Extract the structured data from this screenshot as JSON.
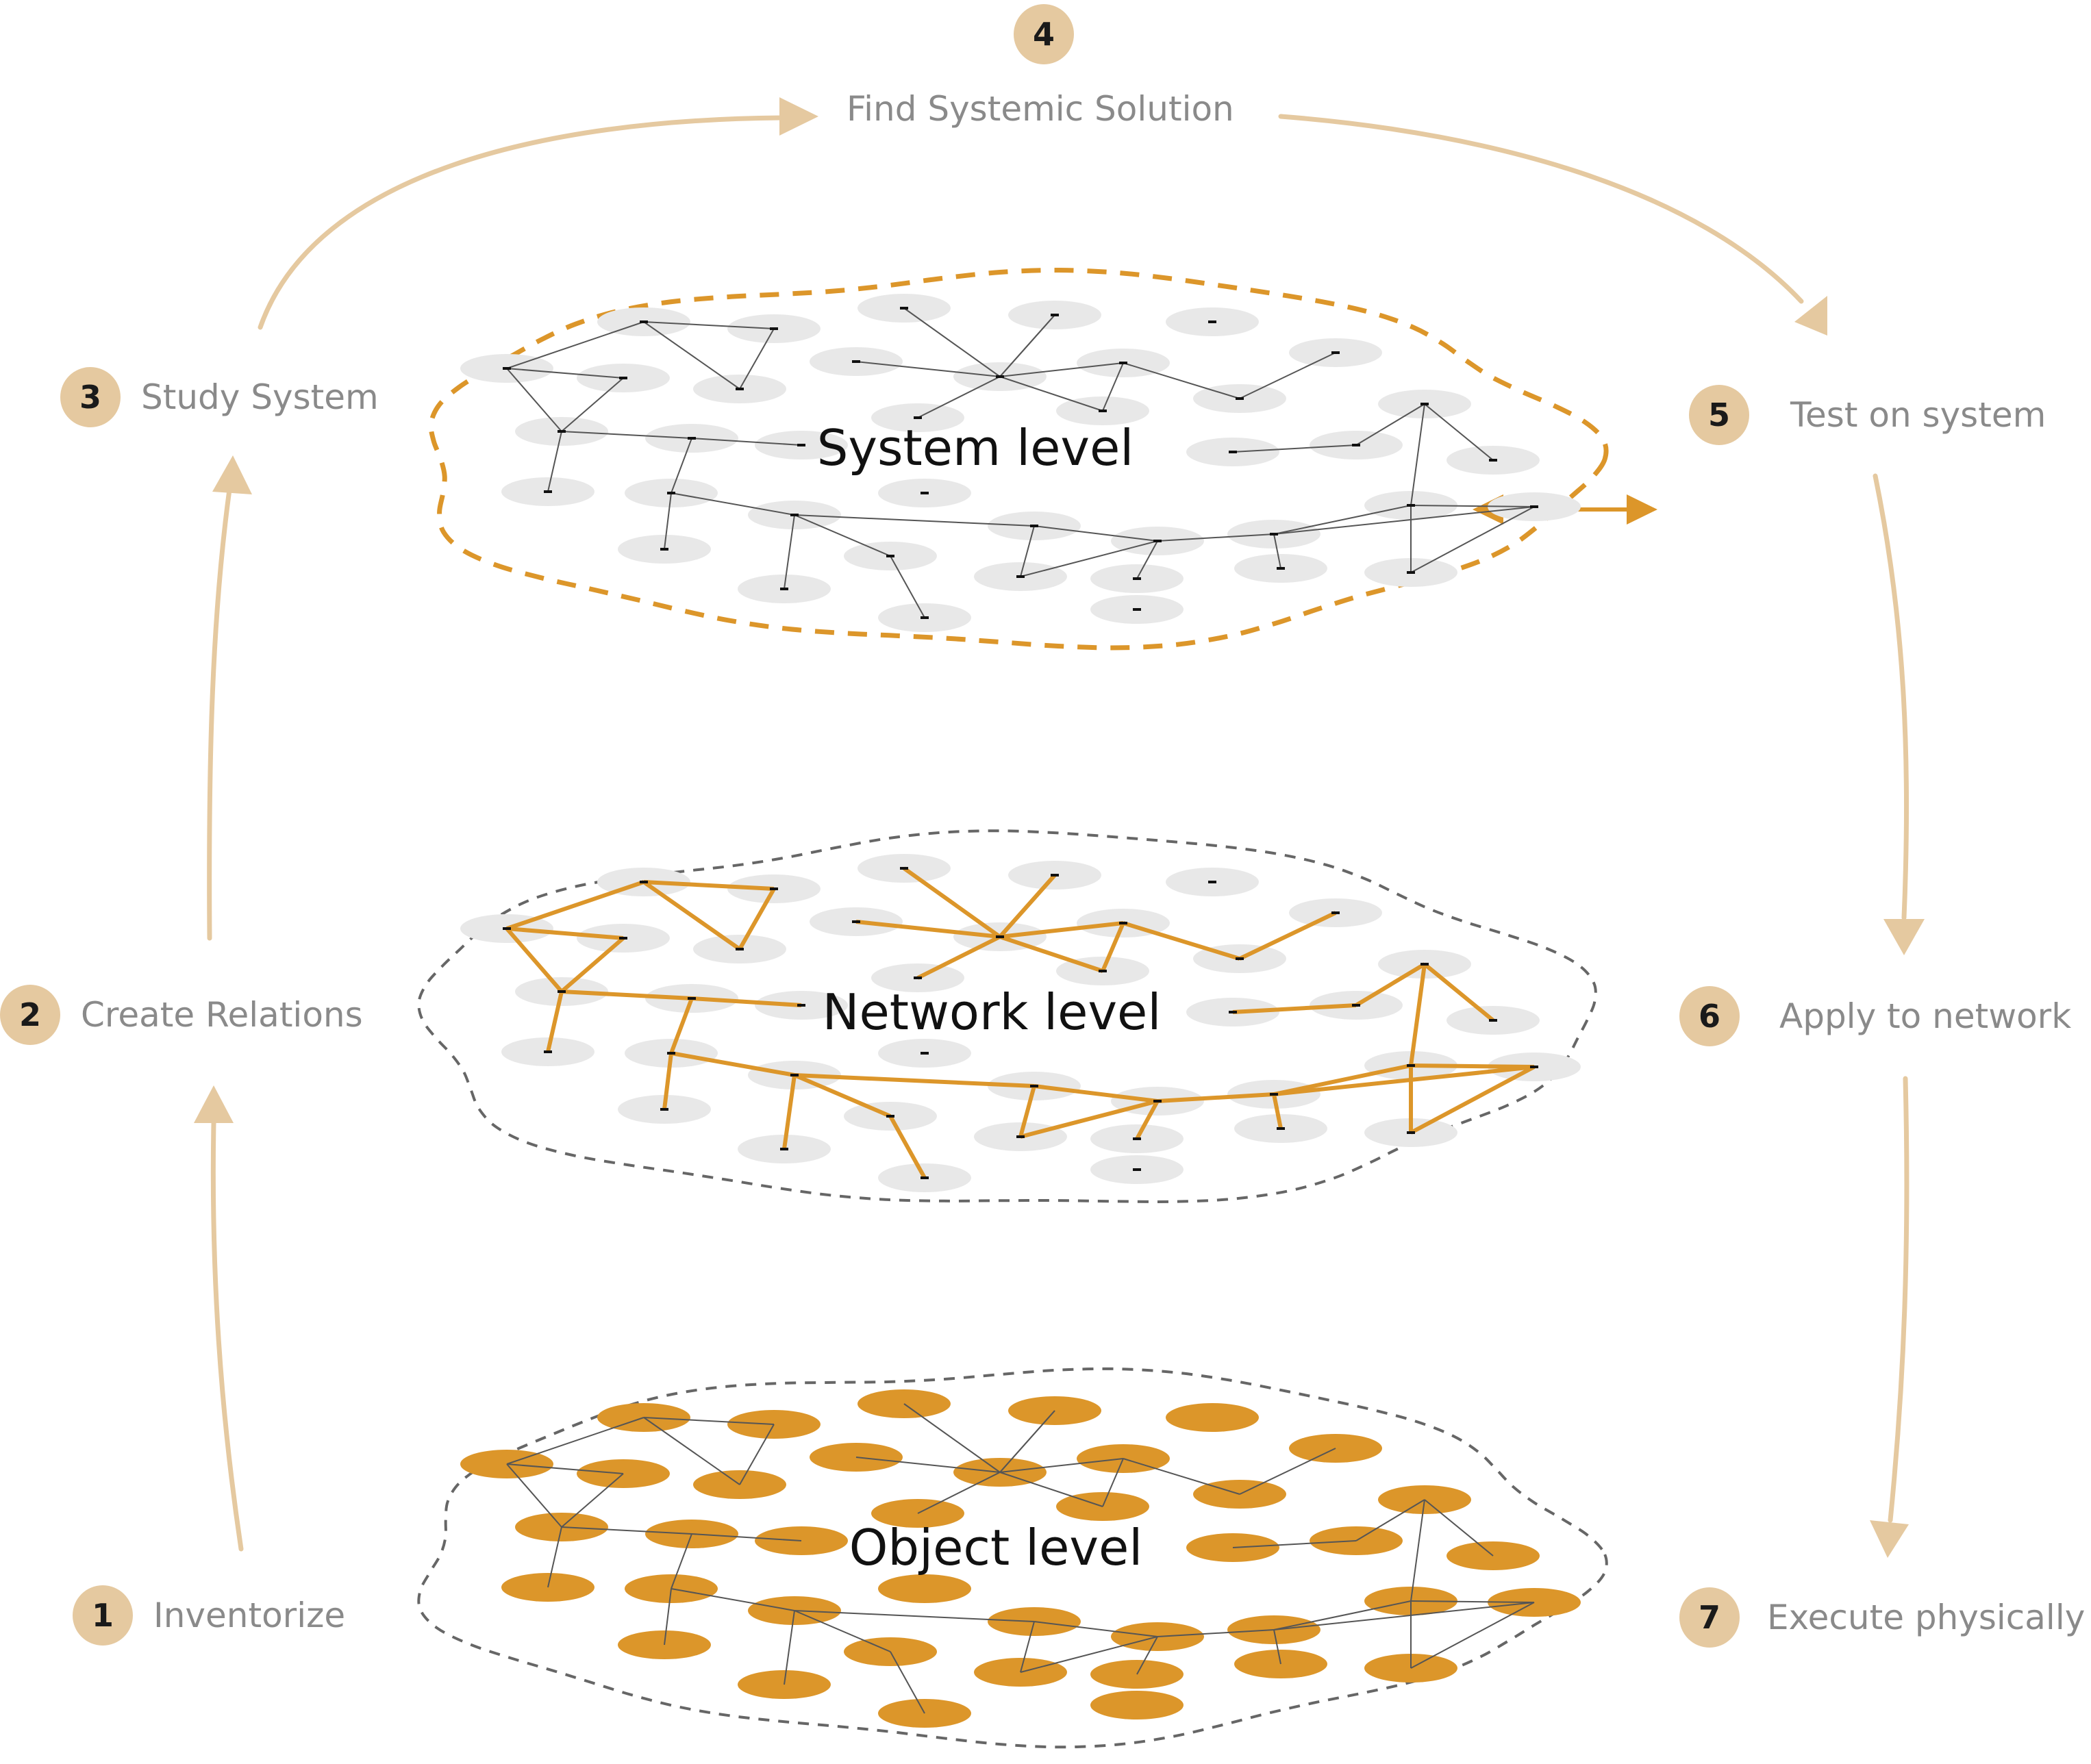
{
  "steps": [
    {
      "number": "1",
      "label": "Inventorize"
    },
    {
      "number": "2",
      "label": "Create Relations"
    },
    {
      "number": "3",
      "label": "Study System"
    },
    {
      "number": "4",
      "label": "Find Systemic Solution"
    },
    {
      "number": "5",
      "label": "Test on system"
    },
    {
      "number": "6",
      "label": "Apply to network"
    },
    {
      "number": "7",
      "label": "Execute physically"
    }
  ],
  "levels": {
    "system": "System level",
    "network": "Network level",
    "object": "Object level"
  },
  "colors": {
    "accent": "#dc962a",
    "arrow": "#e5c9a0",
    "badge": "#e5c9a0",
    "node_gray": "#e8e8e8",
    "outline_gray": "#666666",
    "step_text": "#8a8a8a"
  }
}
